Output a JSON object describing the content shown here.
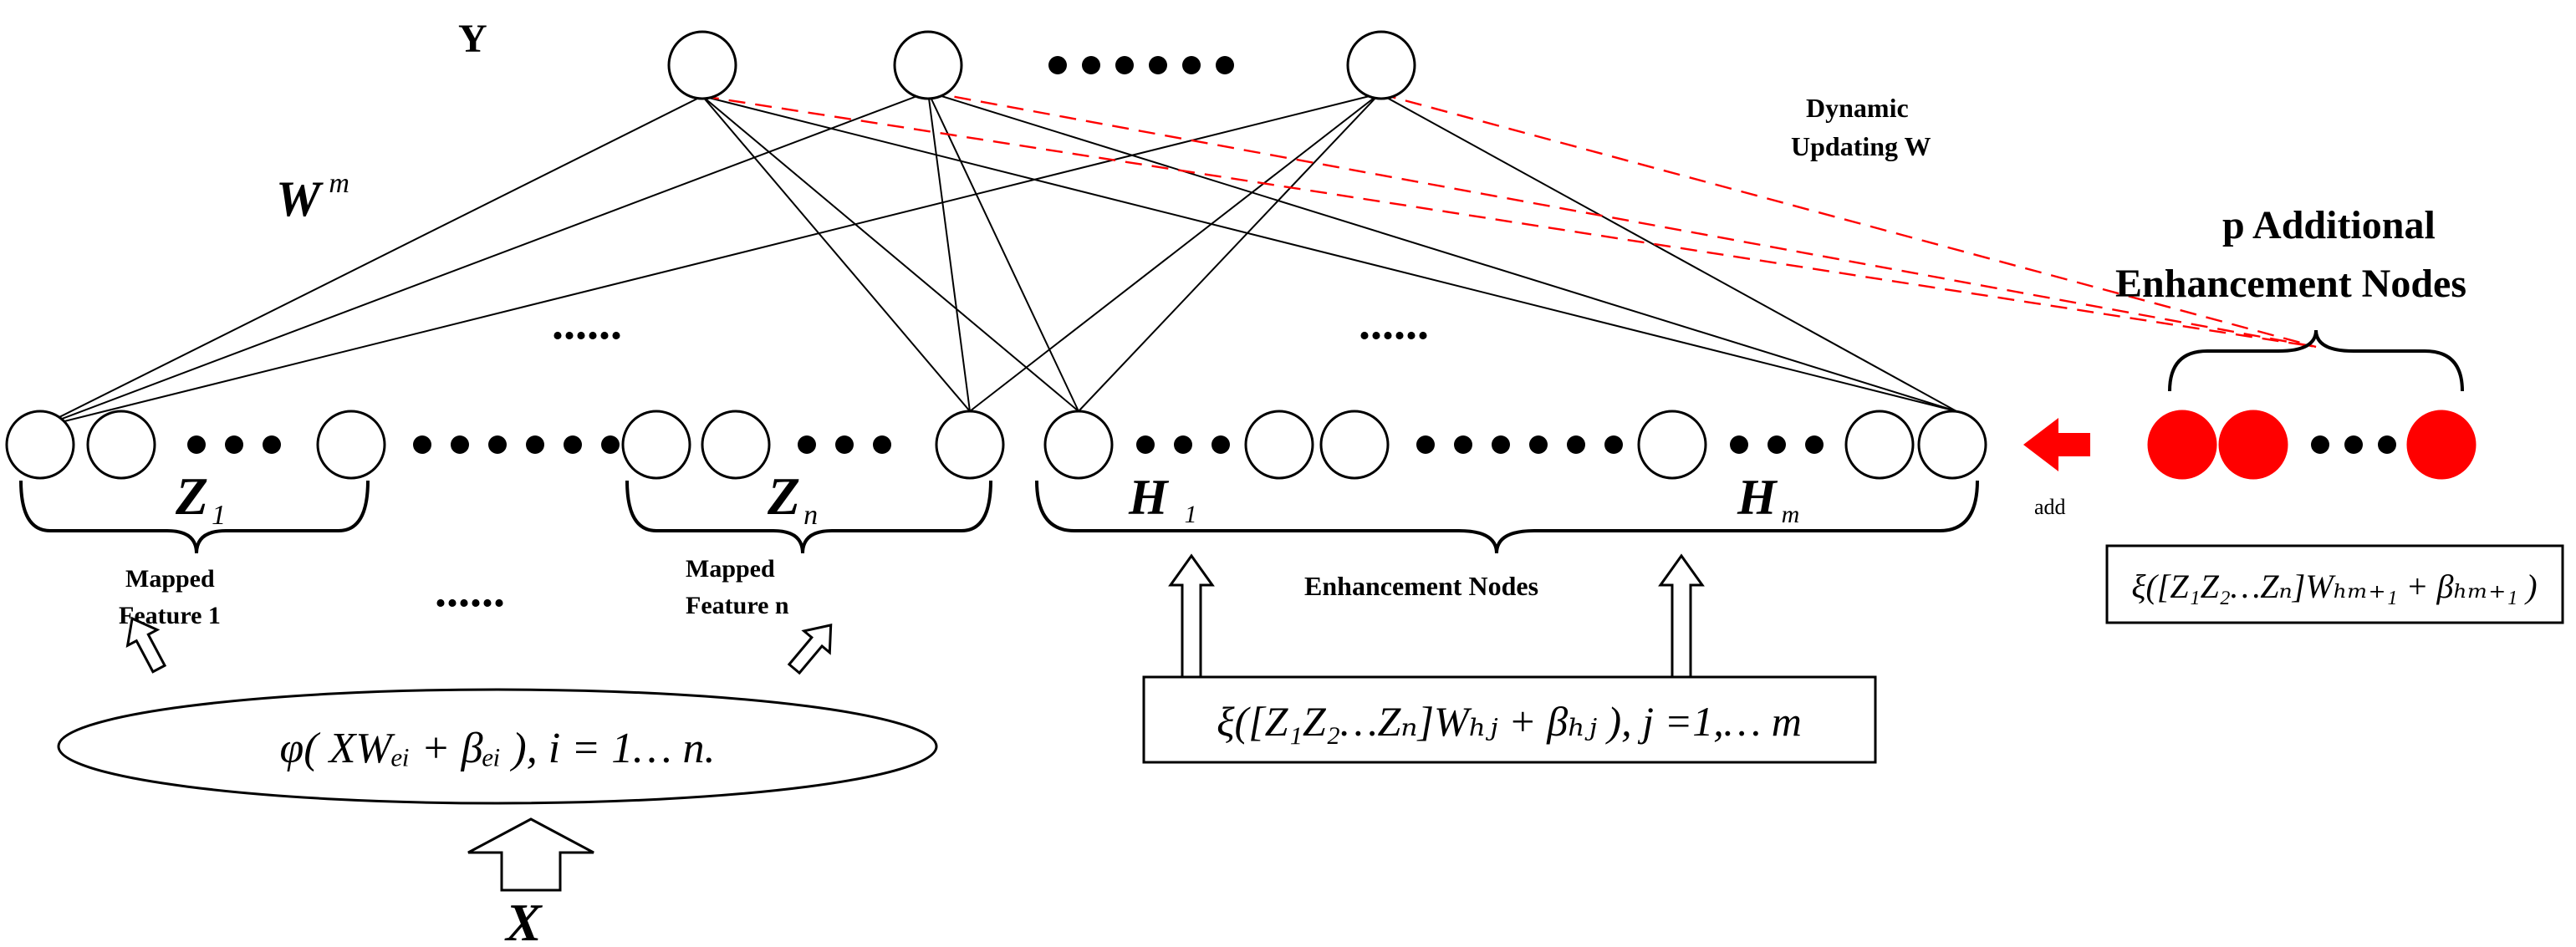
{
  "labels": {
    "output_layer": "Y",
    "weights": "W",
    "weights_sup": "m",
    "input": "X",
    "z1": "Z",
    "z1_sub": "1",
    "zn": "Z",
    "zn_sub": "n",
    "h1": "H",
    "h1_sub": "1",
    "hm": "H",
    "hm_sub": "m",
    "mapped_feature_1_line1": "Mapped",
    "mapped_feature_1_line2": "Feature 1",
    "mapped_feature_n_line1": "Mapped",
    "mapped_feature_n_line2": "Feature n",
    "enhancement_nodes": "Enhancement Nodes",
    "dynamic_updating_line1": "Dynamic",
    "dynamic_updating_line2": "Updating W",
    "additional_nodes_line1": "p Additional",
    "additional_nodes_line2": "Enhancement Nodes",
    "add": "add",
    "ellipsis": "......"
  },
  "formulas": {
    "mapping": "φ( XWₑᵢ + βₑᵢ ), i = 1… n.",
    "enhancement": "ξ([Z₁Z₂…Zₙ]Wₕⱼ + βₕⱼ ), j =1,… m",
    "additional": "ξ([Z₁Z₂…Zₙ]Wₕₘ₊₁ + βₕₘ₊₁ )"
  },
  "colors": {
    "line": "#000000",
    "highlight": "#ff0000",
    "background": "#ffffff"
  }
}
